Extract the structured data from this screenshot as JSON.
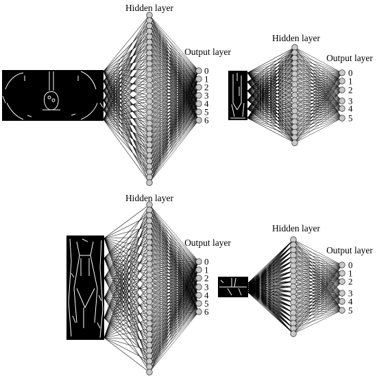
{
  "labels": {
    "hidden": "Hidden layer",
    "output": "Output layer"
  },
  "colors": {
    "node_fill": "#c8c8c8",
    "node_stroke": "#404040",
    "edge": "#000000",
    "image_bg": "#000000",
    "image_line": "#ffffff"
  },
  "panels": [
    {
      "name": "panel-top-left",
      "hidden_node_count": 32,
      "output_labels": [
        "0",
        "1",
        "2",
        "3",
        "4",
        "5",
        "6"
      ]
    },
    {
      "name": "panel-top-right",
      "hidden_node_count": 19,
      "output_labels": [
        "0",
        "1",
        "2",
        "3",
        "4",
        "5"
      ]
    },
    {
      "name": "panel-bottom-left",
      "hidden_node_count": 32,
      "output_labels": [
        "0",
        "1",
        "2",
        "3",
        "4",
        "5",
        "6"
      ]
    },
    {
      "name": "panel-bottom-right",
      "hidden_node_count": 19,
      "output_labels": [
        "0",
        "1",
        "2",
        "3",
        "4",
        "5"
      ]
    }
  ]
}
